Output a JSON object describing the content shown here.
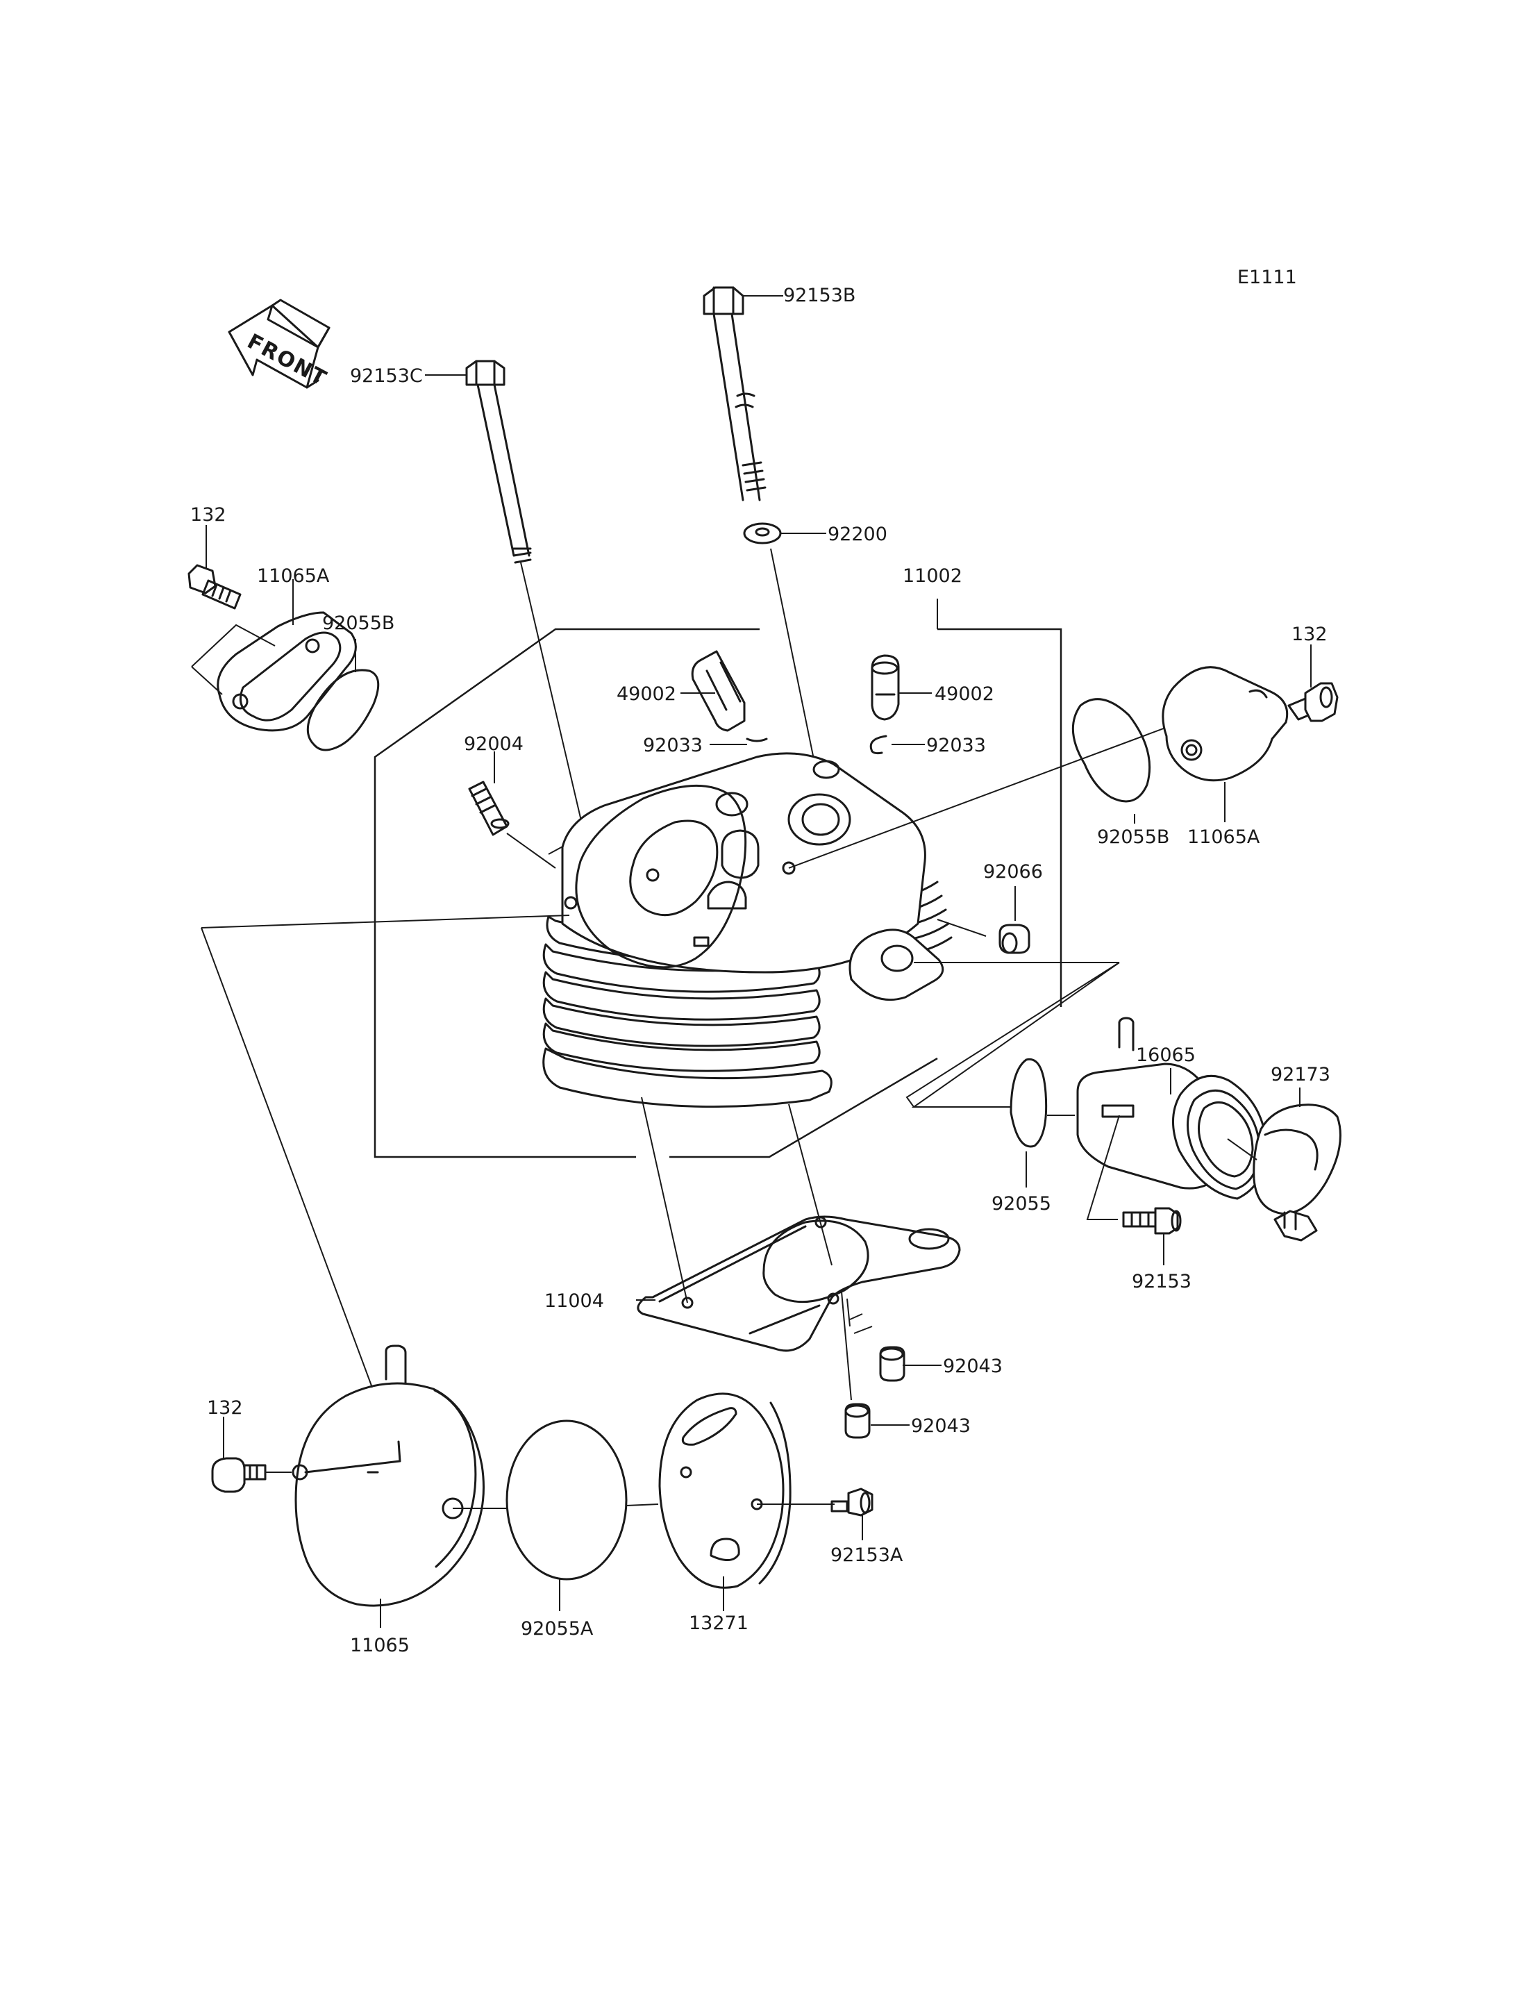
{
  "diagram_code": "E1111",
  "front_label": "FRONT",
  "callouts": {
    "c_92153C": "92153C",
    "c_92153B": "92153B",
    "c_132_left": "132",
    "c_11065A_left": "11065A",
    "c_92055B_left": "92055B",
    "c_92200": "92200",
    "c_11002": "11002",
    "c_132_right": "132",
    "c_49002_left": "49002",
    "c_49002_right": "49002",
    "c_92033_left": "92033",
    "c_92033_right": "92033",
    "c_92004": "92004",
    "c_92066": "92066",
    "c_92055B_right": "92055B",
    "c_11065A_right": "11065A",
    "c_16065": "16065",
    "c_92173": "92173",
    "c_92055": "92055",
    "c_92153": "92153",
    "c_11004": "11004",
    "c_92043_upper": "92043",
    "c_92043_lower": "92043",
    "c_132_bottom": "132",
    "c_92153A": "92153A",
    "c_11065": "11065",
    "c_92055A": "92055A",
    "c_13271": "13271"
  }
}
